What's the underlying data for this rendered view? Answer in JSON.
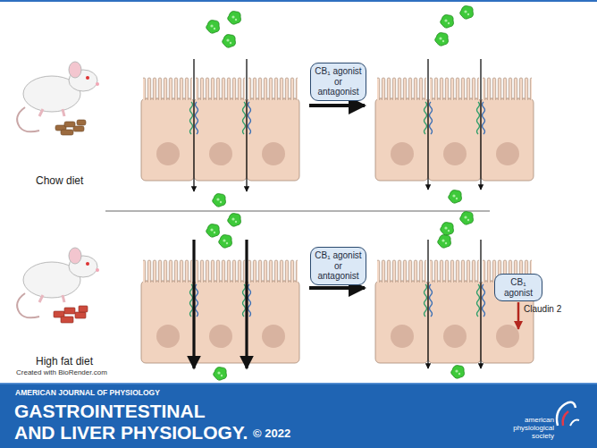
{
  "diagram": {
    "nodes": [
      {
        "text": [
          "CB₁ agonist or antagonist"
        ]
      },
      {
        "text": [
          "CB₁ agonist or antagonist"
        ]
      },
      {
        "text": [
          "CB₁ agonist"
        ]
      }
    ],
    "labels": [
      "Chow diet",
      "High fat diet",
      "Claudin 2",
      "Created with BioRender.com",
      "AMERICAN JOURNAL OF PHYSIOLOGY",
      "GASTROINTESTINAL",
      "AND LIVER PHYSIOLOGY.",
      "© 2022",
      "american physiological society"
    ]
  }
}
